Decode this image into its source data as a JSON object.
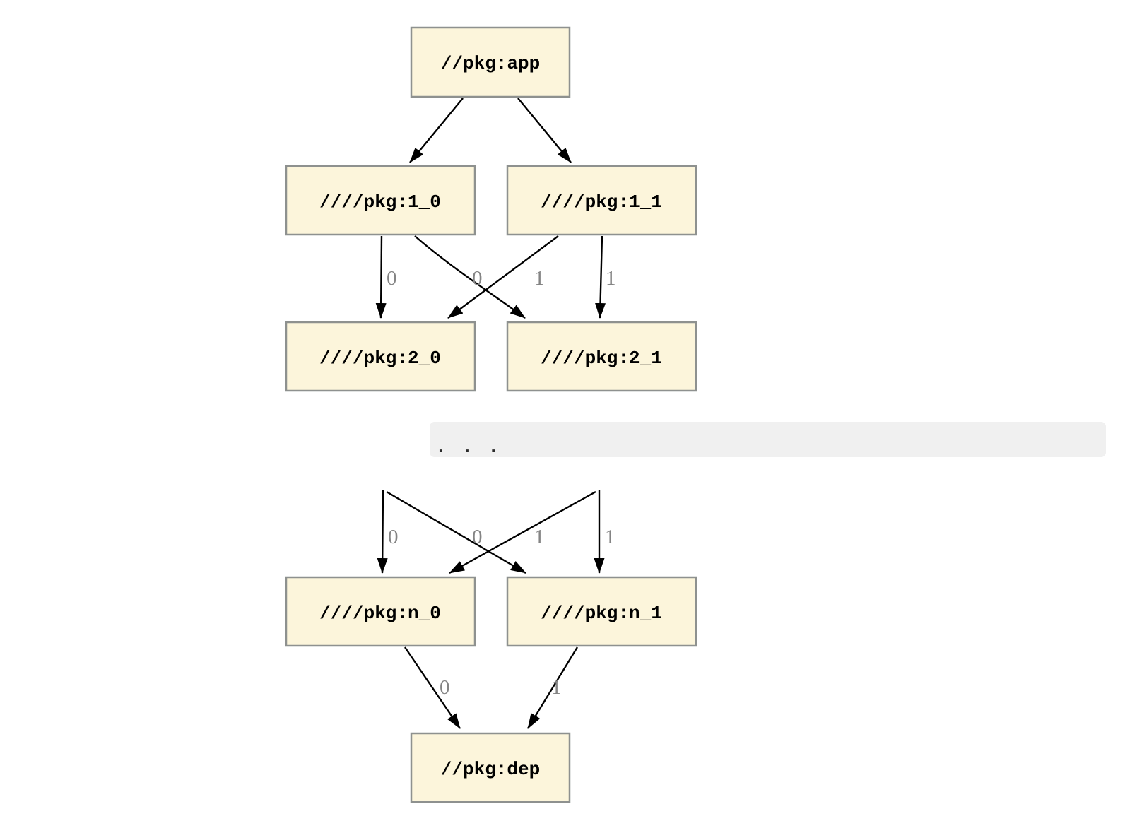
{
  "diagram": {
    "colors": {
      "node_fill": "#FCF5DB",
      "node_border": "#8E918F",
      "edge": "#000000",
      "edge_label": "#848484",
      "ellipsis_bar_bg": "#F0F0F0",
      "ellipsis_dots": "#2B2B2B",
      "page_bg": "#FFFFFF"
    },
    "nodes": {
      "app": {
        "label": "//pkg:app"
      },
      "l1_0": {
        "label": "////pkg:1_0"
      },
      "l1_1": {
        "label": "////pkg:1_1"
      },
      "l2_0": {
        "label": "////pkg:2_0"
      },
      "l2_1": {
        "label": "////pkg:2_1"
      },
      "ln_0": {
        "label": "////pkg:n_0"
      },
      "ln_1": {
        "label": "////pkg:n_1"
      },
      "dep": {
        "label": "//pkg:dep"
      }
    },
    "ellipsis": {
      "text": ". . ."
    },
    "edges": [
      {
        "from": "//pkg:app",
        "to": "////pkg:1_0",
        "label": ""
      },
      {
        "from": "//pkg:app",
        "to": "////pkg:1_1",
        "label": ""
      },
      {
        "from": "////pkg:1_0",
        "to": "////pkg:2_0",
        "label": "0"
      },
      {
        "from": "////pkg:1_0",
        "to": "////pkg:2_1",
        "label": "1"
      },
      {
        "from": "////pkg:1_1",
        "to": "////pkg:2_0",
        "label": "0"
      },
      {
        "from": "////pkg:1_1",
        "to": "////pkg:2_1",
        "label": "1"
      },
      {
        "from": "...",
        "to": "////pkg:n_0",
        "label": "0"
      },
      {
        "from": "...",
        "to": "////pkg:n_1",
        "label": "1"
      },
      {
        "from": "...",
        "to": "////pkg:n_0",
        "label": "0"
      },
      {
        "from": "...",
        "to": "////pkg:n_1",
        "label": "1"
      },
      {
        "from": "////pkg:n_0",
        "to": "//pkg:dep",
        "label": "0"
      },
      {
        "from": "////pkg:n_1",
        "to": "//pkg:dep",
        "label": "1"
      }
    ]
  }
}
